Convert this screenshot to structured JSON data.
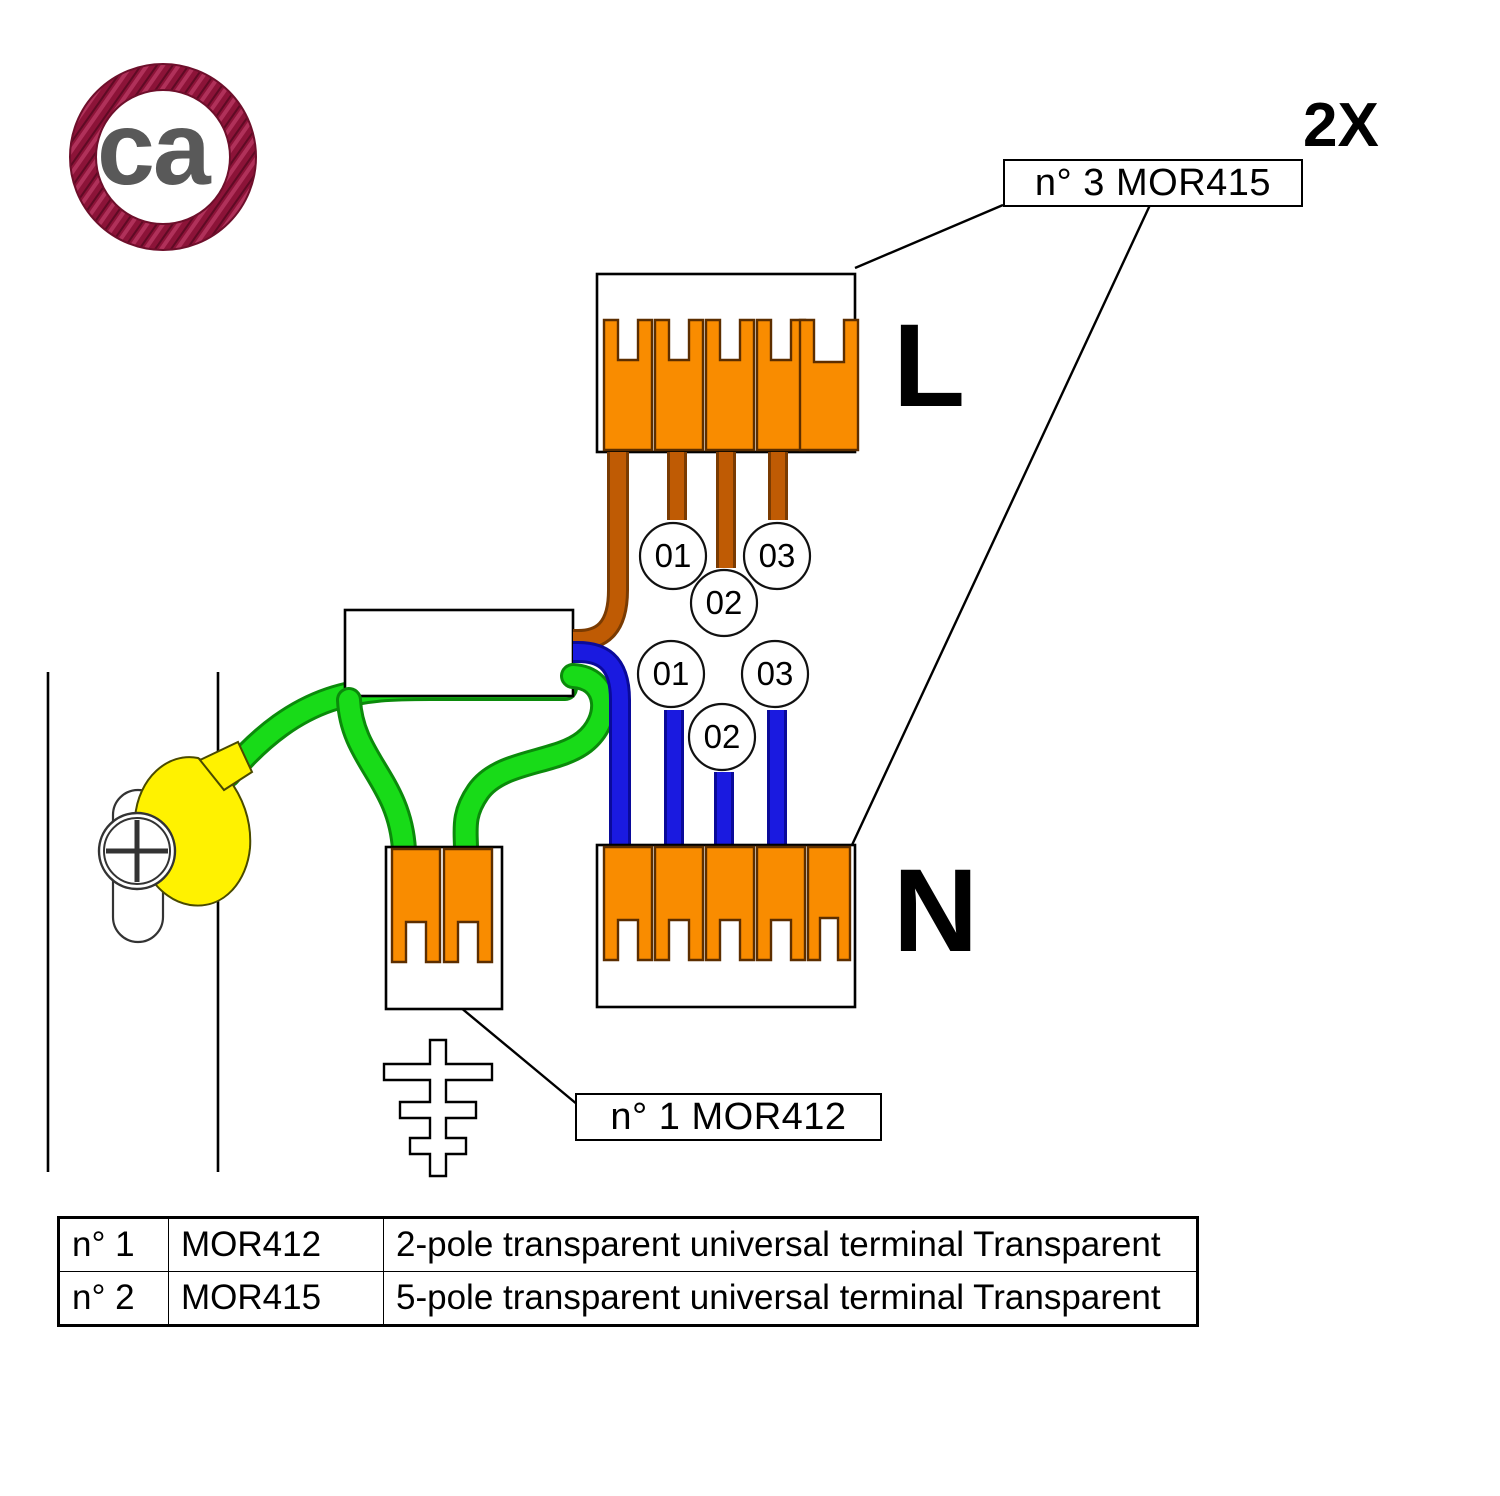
{
  "page": {
    "title": "MOR415 / MOR412 terminal wiring diagram",
    "background": "#ffffff"
  },
  "logo": {
    "name": "creative-cables-rope-logo",
    "text": "ca",
    "rope_color": "#8C1338",
    "text_color": "#595959"
  },
  "multiplier": {
    "label": "2X"
  },
  "callouts": [
    {
      "id": "callout-mor415",
      "text": "n° 3 MOR415"
    },
    {
      "id": "callout-mor412",
      "text": "n° 1 MOR412"
    }
  ],
  "phase_labels": [
    {
      "id": "phase-live",
      "text": "L"
    },
    {
      "id": "phase-neutral",
      "text": "N"
    }
  ],
  "wire_markers": {
    "live_row": [
      "01",
      "02",
      "03"
    ],
    "neutral_row": [
      "01",
      "02",
      "03"
    ]
  },
  "colors": {
    "lever_orange": "#F98C00",
    "lever_outline": "#5C2E00",
    "wire_brown": "#BF5B04",
    "wire_brown_edge": "#7A3B02",
    "wire_blue": "#1A1AE0",
    "wire_blue_edge": "#0A0A9A",
    "wire_green": "#18DB18",
    "wire_green_edge": "#0B8A0B",
    "lug_yellow": "#FFF200",
    "outline_black": "#000000",
    "box_white": "#FFFFFF"
  },
  "terminals": {
    "live_block": {
      "id": "terminal-block-live",
      "poles": 5,
      "part": "MOR415"
    },
    "neutral_block": {
      "id": "terminal-block-neutral",
      "poles": 5,
      "part": "MOR415"
    },
    "earth_block": {
      "id": "terminal-block-earth",
      "poles": 2,
      "part": "MOR412"
    }
  },
  "earth": {
    "symbol_name": "earth-ground-symbol",
    "lug_name": "ring-terminal-lug",
    "screw_name": "cross-head-screw"
  },
  "legend": {
    "rows": [
      {
        "ref": "n° 1",
        "code": "MOR412",
        "desc": "2-pole transparent universal terminal Transparent"
      },
      {
        "ref": "n° 2",
        "code": "MOR415",
        "desc": "5-pole transparent universal terminal Transparent"
      }
    ]
  }
}
